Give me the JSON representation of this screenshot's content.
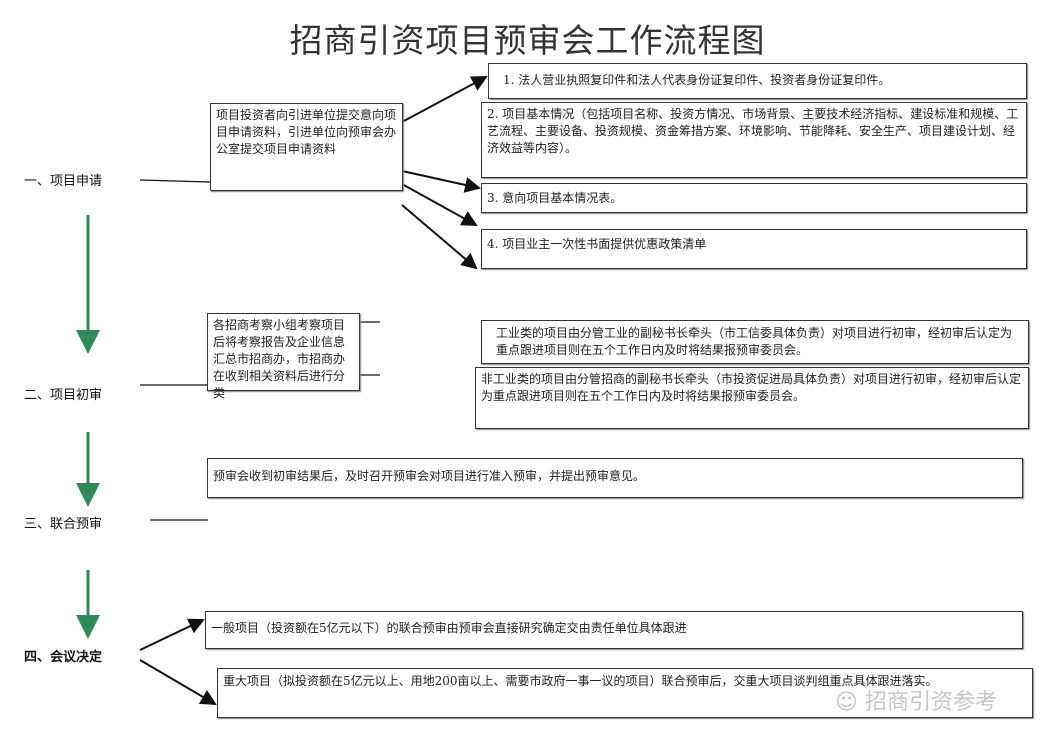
{
  "title": "招商引资项目预审会工作流程图",
  "stages": [
    {
      "label": "一、项目申请"
    },
    {
      "label": "二、项目初审"
    },
    {
      "label": "三、联合预审"
    },
    {
      "label": "四、会议决定"
    }
  ],
  "application": {
    "source": "项目投资者向引进单位提交意向项目申请资料，引进单位向预审会办公室提交项目申请资料",
    "items": [
      "1. 法人营业执照复印件和法人代表身份证复印件、投资者身份证复印件。",
      "2. 项目基本情况（包括项目名称、投资方情况、市场背景、主要技术经济指标、建设标准和规模、工艺流程、主要设备、投资规模、资金筹措方案、环境影响、节能降耗、安全生产、项目建设计划、经济效益等内容）。",
      "3. 意向项目基本情况表。",
      "4. 项目业主一次性书面提供优惠政策清单"
    ]
  },
  "preliminary": {
    "source": "各招商考察小组考察项目后将考察报告及企业信息汇总市招商办，市招商办在收到相关资料后进行分类",
    "industrial": "工业类的项目由分管工业的副秘书长牵头（市工信委具体负责）对项目进行初审，经初审后认定为重点跟进项目则在五个工作日内及时将结果报预审委员会。",
    "non_industrial": "非工业类的项目由分管招商的副秘书长牵头（市投资促进局具体负责）对项目进行初审，经初审后认定为重点跟进项目则在五个工作日内及时将结果报预审委员会。"
  },
  "joint_review": {
    "text": "预审会收到初审结果后，及时召开预审会对项目进行准入预审，并提出预审意见。"
  },
  "decision": {
    "general": "一般项目（投资额在5亿元以下）的联合预审由预审会直接研究确定交由责任单位具体跟进",
    "major": "重大项目（拟投资额在5亿元以上、用地200亩以上、需要市政府一事一议的项目）联合预审后，交重大项目谈判组重点具体跟进落实。"
  },
  "watermark": "招商引资参考",
  "colors": {
    "flow_arrow": "#2e8b57",
    "line": "#111111"
  }
}
